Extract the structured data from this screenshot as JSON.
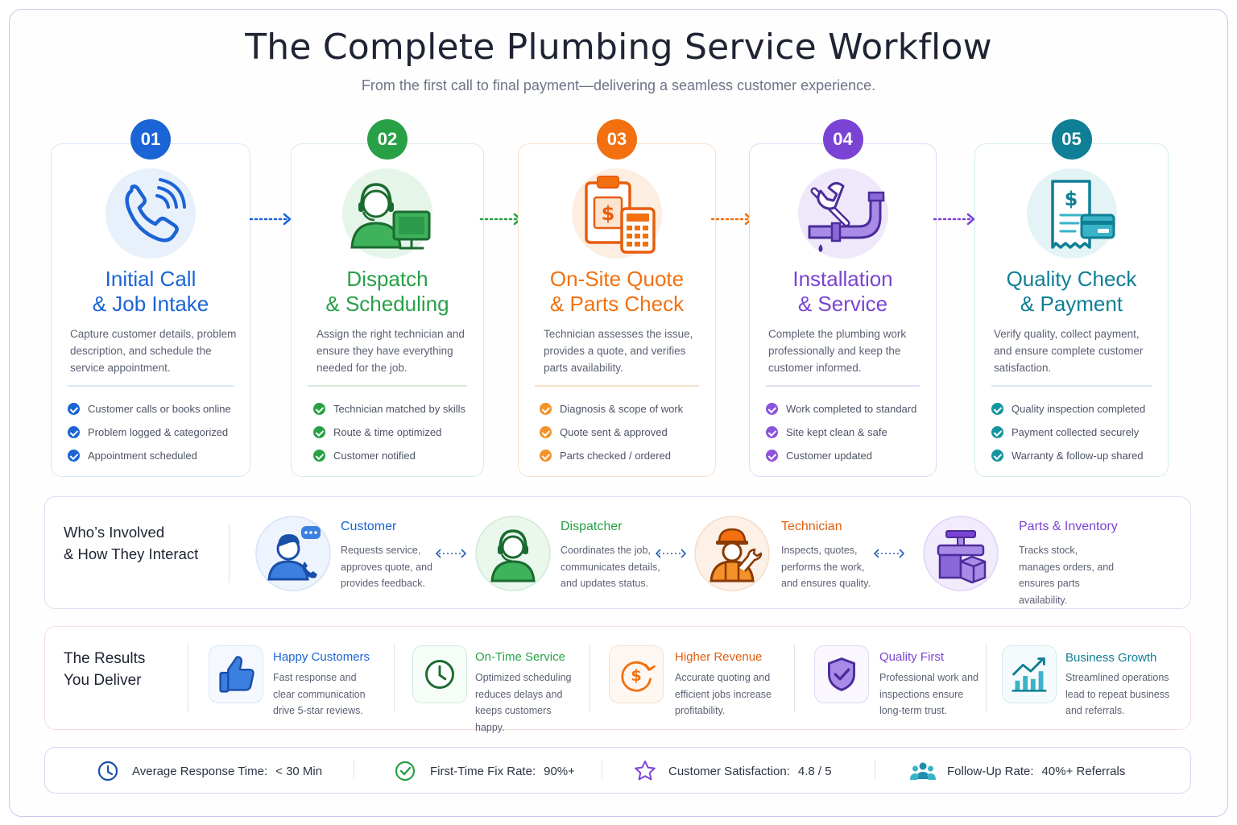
{
  "title": "The Complete Plumbing Service Workflow",
  "subtitle": "From the first call to final payment—delivering a seamless customer experience.",
  "colors": {
    "blue": "#1a64d6",
    "green": "#27a046",
    "orange": "#f2700f",
    "purple": "#7b43d3",
    "teal": "#0f7f95"
  },
  "steps": [
    {
      "number": "01",
      "title_line1": "Initial Call",
      "title_line2": "& Job Intake",
      "icon": "phone-icon",
      "desc": "Capture customer details, problem description, and schedule the service appointment.",
      "checks": [
        "Customer calls or books online",
        "Problem logged & categorized",
        "Appointment scheduled"
      ]
    },
    {
      "number": "02",
      "title_line1": "Dispatch",
      "title_line2": "& Scheduling",
      "icon": "dispatcher-headset-icon",
      "desc": "Assign the right technician and ensure they have everything needed for the job.",
      "checks": [
        "Technician matched by skills",
        "Route & time optimized",
        "Customer notified"
      ]
    },
    {
      "number": "03",
      "title_line1": "On-Site Quote",
      "title_line2": "& Parts Check",
      "icon": "clipboard-calculator-icon",
      "desc": "Technician assesses the issue, provides a quote, and verifies parts availability.",
      "checks": [
        "Diagnosis & scope of work",
        "Quote sent & approved",
        "Parts checked / ordered"
      ]
    },
    {
      "number": "04",
      "title_line1": "Installation",
      "title_line2": "& Service",
      "icon": "wrench-pipe-icon",
      "desc": "Complete the plumbing work professionally and keep the customer informed.",
      "checks": [
        "Work completed to standard",
        "Site kept clean & safe",
        "Customer updated"
      ]
    },
    {
      "number": "05",
      "title_line1": "Quality Check",
      "title_line2": "& Payment",
      "icon": "receipt-card-icon",
      "desc": "Verify quality, collect payment, and ensure complete customer satisfaction.",
      "checks": [
        "Quality inspection completed",
        "Payment collected securely",
        "Warranty & follow-up shared"
      ]
    }
  ],
  "involved": {
    "heading_line1": "Who’s Involved",
    "heading_line2": "& How They Interact",
    "roles": [
      {
        "name": "Customer",
        "icon": "customer-icon",
        "desc": "Requests service, approves quote, and provides feedback."
      },
      {
        "name": "Dispatcher",
        "icon": "dispatcher-icon",
        "desc": "Coordinates the job, communicates details, and updates status."
      },
      {
        "name": "Technician",
        "icon": "technician-icon",
        "desc": "Inspects, quotes, performs the work, and ensures quality."
      },
      {
        "name": "Parts & Inventory",
        "icon": "inventory-icon",
        "desc": "Tracks stock, manages orders, and ensures parts availability."
      }
    ]
  },
  "results": {
    "heading_line1": "The Results",
    "heading_line2": "You Deliver",
    "items": [
      {
        "name": "Happy Customers",
        "icon": "thumbs-up-icon",
        "desc": "Fast response and clear communication drive 5-star reviews."
      },
      {
        "name": "On-Time Service",
        "icon": "clock-icon",
        "desc": "Optimized scheduling reduces delays and keeps customers happy."
      },
      {
        "name": "Higher Revenue",
        "icon": "dollar-circle-icon",
        "desc": "Accurate quoting and efficient jobs increase profitability."
      },
      {
        "name": "Quality First",
        "icon": "shield-check-icon",
        "desc": "Professional work and inspections ensure long-term trust."
      },
      {
        "name": "Business Growth",
        "icon": "growth-chart-icon",
        "desc": "Streamlined operations lead to repeat business and referrals."
      }
    ]
  },
  "stats": [
    {
      "label": "Average Response Time:",
      "value": "< 30 Min",
      "icon": "clock-icon"
    },
    {
      "label": "First-Time Fix Rate:",
      "value": "90%+",
      "icon": "check-circle-icon"
    },
    {
      "label": "Customer Satisfaction:",
      "value": "4.8 / 5",
      "icon": "star-icon"
    },
    {
      "label": "Follow-Up Rate:",
      "value": "40%+ Referrals",
      "icon": "people-icon"
    }
  ]
}
